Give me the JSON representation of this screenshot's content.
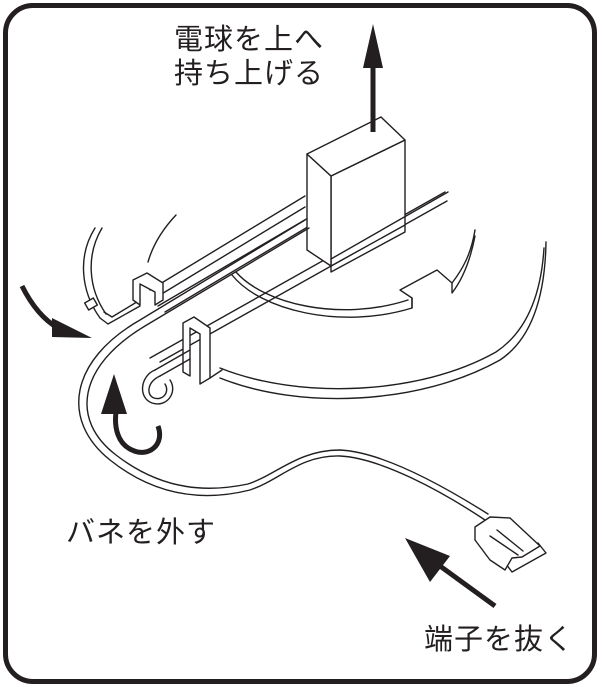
{
  "figure": {
    "type": "assembly-instruction-illustration",
    "subject": "lamp removal procedure"
  },
  "labels": {
    "lift_bulb_line1": "電球を上へ",
    "lift_bulb_line2": "持ち上げる",
    "remove_spring": "バネを外す",
    "pull_terminal": "端子を抜く"
  },
  "colors": {
    "ink": "#231f20",
    "background": "#ffffff"
  },
  "arrows": [
    {
      "id": "lift-up",
      "direction": "up",
      "meaning": "lift bulb upward"
    },
    {
      "id": "swing-in",
      "direction": "curved-down-right",
      "meaning": "spring motion"
    },
    {
      "id": "hook-release",
      "direction": "curved-up",
      "meaning": "release spring"
    },
    {
      "id": "pull-out",
      "direction": "up-left",
      "meaning": "pull connector"
    }
  ]
}
